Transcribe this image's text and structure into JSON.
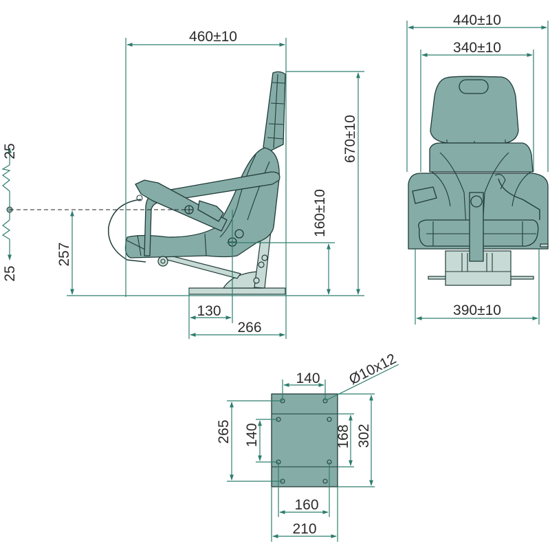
{
  "side_view": {
    "overall_depth": "460±10",
    "overall_height": "670±10",
    "suspension_travel": "160±10",
    "seat_ref_height": "257",
    "spring_up": "25",
    "spring_down": "25",
    "base_offset": "130",
    "base_depth": "266"
  },
  "front_view": {
    "overall_width": "440±10",
    "backrest_width": "340±10",
    "base_width": "390±10"
  },
  "mounting_plate": {
    "hole_spacing_top": "140",
    "hole_spec": "Ø10x12",
    "outer_hole_pitch": "265",
    "inner_hole_pitch": "140",
    "inner_section": "168",
    "plate_length": "302",
    "inner_hole_spacing": "160",
    "plate_width": "210"
  },
  "colors": {
    "dimension": "#2e7d6e",
    "seat": "#86aca7",
    "frame": "#c8dad5"
  }
}
